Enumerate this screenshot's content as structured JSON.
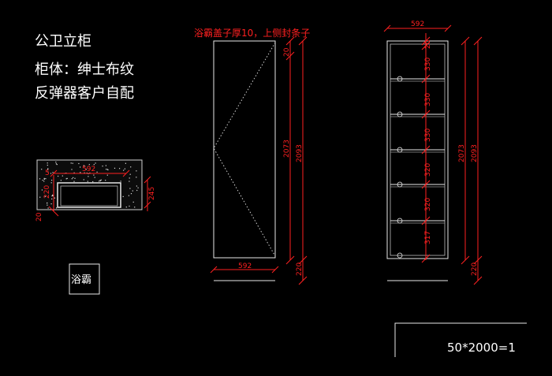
{
  "notes": {
    "title": "公卫立柜",
    "material": "柜体：绅士布纹",
    "spring": "反弹器客户自配"
  },
  "door_note": "浴霸盖子厚10，上侧封条子",
  "label_box": "浴霸",
  "scale": "50*2000=1",
  "plan": {
    "width": "592",
    "left_small": "5",
    "depth": "220",
    "right_depth": "245",
    "bottom": "20"
  },
  "front": {
    "width": "592",
    "top": "20",
    "inner": "2073",
    "overall": "2093",
    "base": "220"
  },
  "side": {
    "width": "592",
    "shelves": [
      "20",
      "330",
      "330",
      "330",
      "320",
      "320",
      "317"
    ],
    "inner": "2073",
    "overall": "2093",
    "base": "220"
  },
  "colors": {
    "dimension": "#ff2020",
    "line": "#e8e8e8",
    "background": "#000000"
  }
}
